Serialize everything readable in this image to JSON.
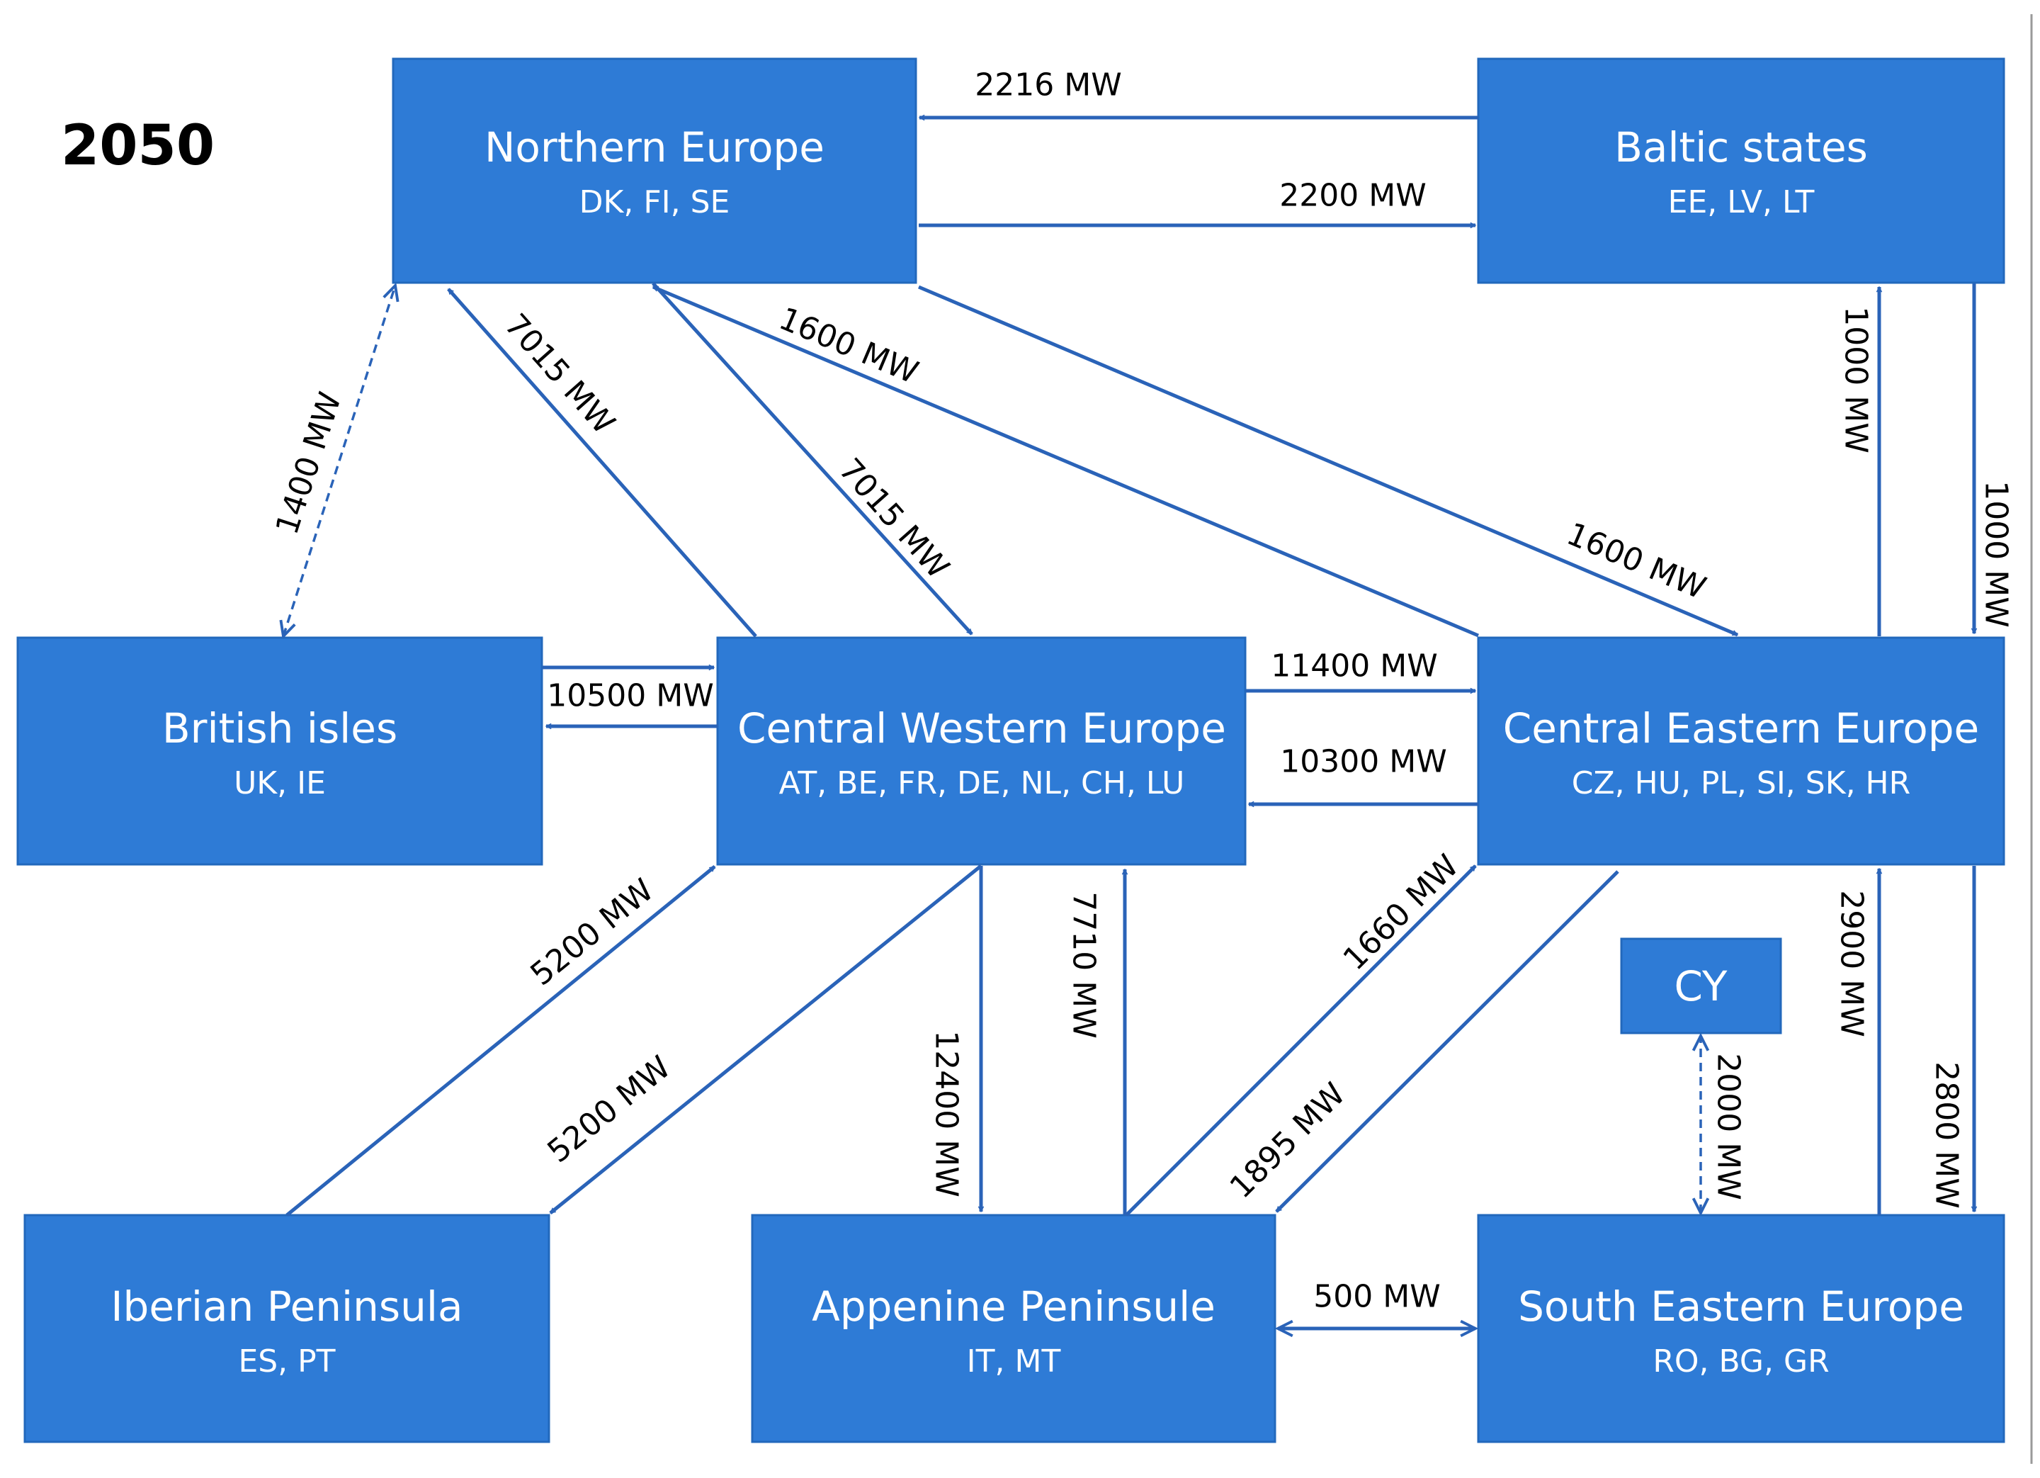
{
  "year": "2050",
  "regions": {
    "northern": {
      "name": "Northern Europe",
      "codes": "DK, FI, SE"
    },
    "baltic": {
      "name": "Baltic states",
      "codes": "EE, LV, LT"
    },
    "british": {
      "name": "British isles",
      "codes": "UK, IE"
    },
    "cwe": {
      "name": "Central Western Europe",
      "codes": "AT, BE, FR, DE, NL, CH, LU"
    },
    "cee": {
      "name": "Central Eastern Europe",
      "codes": "CZ, HU, PL, SI, SK, HR"
    },
    "cy": {
      "name": "CY",
      "codes": ""
    },
    "iberian": {
      "name": "Iberian Peninsula",
      "codes": "ES, PT"
    },
    "appenine": {
      "name": "Appenine Peninsule",
      "codes": "IT, MT"
    },
    "see": {
      "name": "South Eastern Europe",
      "codes": "RO, BG, GR"
    }
  },
  "flows": [
    {
      "id": "baltic-to-northern",
      "from": "Baltic states",
      "to": "Northern Europe",
      "label": "2216 MW"
    },
    {
      "id": "northern-to-baltic",
      "from": "Northern Europe",
      "to": "Baltic states",
      "label": "2200 MW"
    },
    {
      "id": "british-northern",
      "from": "British isles",
      "to": "Northern Europe",
      "label": "1400 MW",
      "style": "dashed",
      "bidirectional": true
    },
    {
      "id": "cwe-to-northern",
      "from": "Central Western Europe",
      "to": "Northern Europe",
      "label": "7015 MW"
    },
    {
      "id": "northern-to-cwe",
      "from": "Northern Europe",
      "to": "Central Western Europe",
      "label": "7015 MW"
    },
    {
      "id": "cee-to-northern",
      "from": "Central Eastern Europe",
      "to": "Northern Europe",
      "label": "1600 MW"
    },
    {
      "id": "northern-to-cee",
      "from": "Northern Europe",
      "to": "Central Eastern Europe",
      "label": "1600 MW"
    },
    {
      "id": "cee-to-baltic",
      "from": "Central Eastern Europe",
      "to": "Baltic states",
      "label": "1000 MW"
    },
    {
      "id": "baltic-to-cee",
      "from": "Baltic states",
      "to": "Central Eastern Europe",
      "label": "1000 MW"
    },
    {
      "id": "british-to-cwe",
      "from": "British isles",
      "to": "Central Western Europe",
      "label": "10500 MW"
    },
    {
      "id": "cwe-to-british",
      "from": "Central Western Europe",
      "to": "British isles",
      "label": ""
    },
    {
      "id": "cwe-to-cee",
      "from": "Central Western Europe",
      "to": "Central Eastern Europe",
      "label": "11400 MW"
    },
    {
      "id": "cee-to-cwe",
      "from": "Central Eastern Europe",
      "to": "Central Western Europe",
      "label": "10300 MW"
    },
    {
      "id": "iberian-to-cwe",
      "from": "Iberian Peninsula",
      "to": "Central Western Europe",
      "label": "5200 MW"
    },
    {
      "id": "cwe-to-iberian",
      "from": "Central Western Europe",
      "to": "Iberian Peninsula",
      "label": "5200 MW"
    },
    {
      "id": "cwe-to-appenine",
      "from": "Central Western Europe",
      "to": "Appenine Peninsule",
      "label": "12400 MW"
    },
    {
      "id": "appenine-to-cwe",
      "from": "Appenine Peninsule",
      "to": "Central Western Europe",
      "label": "7710 MW"
    },
    {
      "id": "appenine-to-cee",
      "from": "Appenine Peninsule",
      "to": "Central Eastern Europe",
      "label": "1660 MW"
    },
    {
      "id": "cee-to-appenine",
      "from": "Central Eastern Europe",
      "to": "Appenine Peninsule",
      "label": "1895 MW"
    },
    {
      "id": "appenine-see",
      "from": "Appenine Peninsule",
      "to": "South Eastern Europe",
      "label": "500 MW",
      "bidirectional": true
    },
    {
      "id": "see-cy",
      "from": "South Eastern Europe",
      "to": "CY",
      "label": "2000 MW",
      "style": "dashed",
      "bidirectional": true
    },
    {
      "id": "see-to-cee",
      "from": "South Eastern Europe",
      "to": "Central Eastern Europe",
      "label": "2900 MW"
    },
    {
      "id": "cee-to-see",
      "from": "Central Eastern Europe",
      "to": "South Eastern Europe",
      "label": "2800 MW"
    }
  ]
}
